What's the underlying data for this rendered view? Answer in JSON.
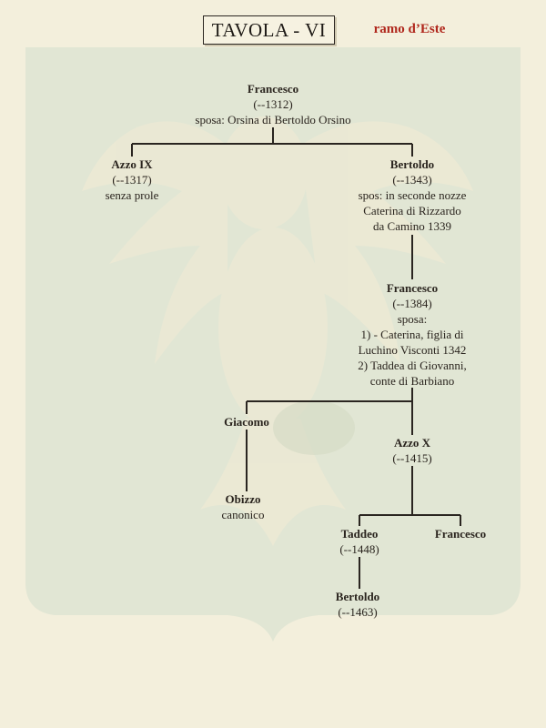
{
  "header": {
    "title": "TAVOLA - VI",
    "branch": "ramo d’Este"
  },
  "colors": {
    "branch_text": "#b0281d",
    "lines": "#2a2520",
    "shield": "#dfe5d3"
  },
  "tree": {
    "francesco_1312": {
      "name": "Francesco",
      "dates": "(--1312)",
      "note1": "sposa: Orsina di Bertoldo Orsino"
    },
    "azzo_ix": {
      "name": "Azzo IX",
      "dates": "(--1317)",
      "note1": "senza prole"
    },
    "bertoldo_1343": {
      "name": "Bertoldo",
      "dates": "(--1343)",
      "note1": "spos: in seconde nozze",
      "note2": "Caterina di Rizzardo",
      "note3": "da Camino 1339"
    },
    "francesco_1384": {
      "name": "Francesco",
      "dates": "(--1384)",
      "note1": "sposa:",
      "note2": "1) - Caterina, figlia di",
      "note3": "Luchino Visconti 1342",
      "note4": "2) Taddea di Giovanni,",
      "note5": "conte di Barbiano"
    },
    "giacomo": {
      "name": "Giacomo"
    },
    "azzo_x": {
      "name": "Azzo X",
      "dates": "(--1415)"
    },
    "obizzo": {
      "name": "Obizzo",
      "note1": "canonico"
    },
    "taddeo": {
      "name": "Taddeo",
      "dates": "(--1448)"
    },
    "francesco_leaf": {
      "name": "Francesco"
    },
    "bertoldo_1463": {
      "name": "Bertoldo",
      "dates": "(--1463)"
    }
  }
}
